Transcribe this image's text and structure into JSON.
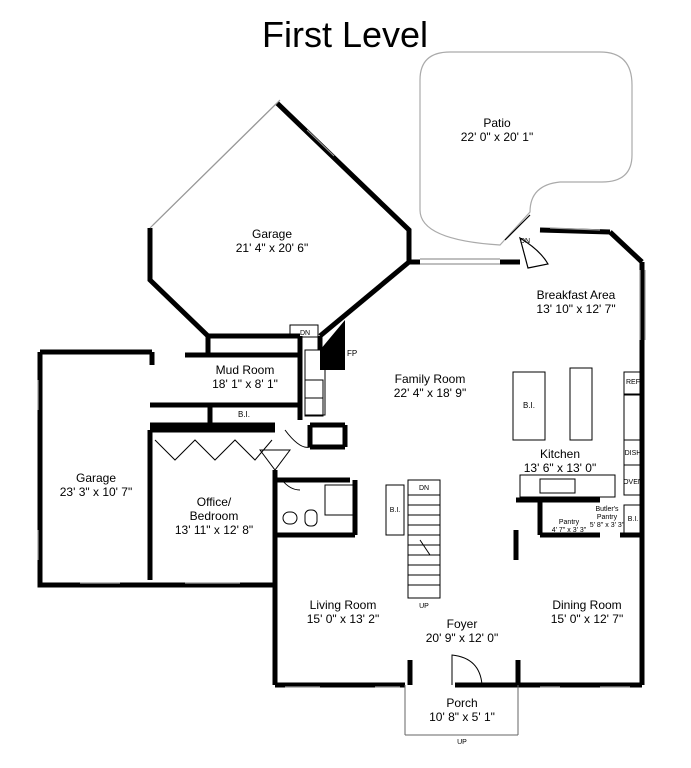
{
  "title": "First Level",
  "rooms": {
    "patio": {
      "name": "Patio",
      "dims": "22' 0\" x 20' 1\""
    },
    "garage_top": {
      "name": "Garage",
      "dims": "21' 4\" x 20' 6\""
    },
    "breakfast": {
      "name": "Breakfast Area",
      "dims": "13' 10\" x 12' 7\""
    },
    "mud": {
      "name": "Mud Room",
      "dims": "18' 1\" x 8' 1\""
    },
    "family": {
      "name": "Family Room",
      "dims": "22' 4\" x 18' 9\""
    },
    "garage_left": {
      "name": "Garage",
      "dims": "23' 3\" x 10' 7\""
    },
    "kitchen": {
      "name": "Kitchen",
      "dims": "13' 6\" x 13' 0\""
    },
    "office": {
      "name": "Office/",
      "name2": "Bedroom",
      "dims": "13' 11\" x 12' 8\""
    },
    "butlers": {
      "name": "Butler's",
      "name2": "Pantry",
      "dims": "5' 8\" x 3' 3\""
    },
    "pantry": {
      "name": "Pantry",
      "dims": "4' 7\" x 3' 3\""
    },
    "living": {
      "name": "Living Room",
      "dims": "15' 0\" x 13' 2\""
    },
    "foyer": {
      "name": "Foyer",
      "dims": "20' 9\" x 12' 0\""
    },
    "dining": {
      "name": "Dining Room",
      "dims": "15' 0\" x 12' 7\""
    },
    "porch": {
      "name": "Porch",
      "dims": "10' 8\" x 5' 1\""
    }
  },
  "labels": {
    "fp": "FP",
    "dn": "DN",
    "up": "UP",
    "bi": "B.I.",
    "ref": "REF",
    "dish": "DISH",
    "oven": "OVEN"
  }
}
